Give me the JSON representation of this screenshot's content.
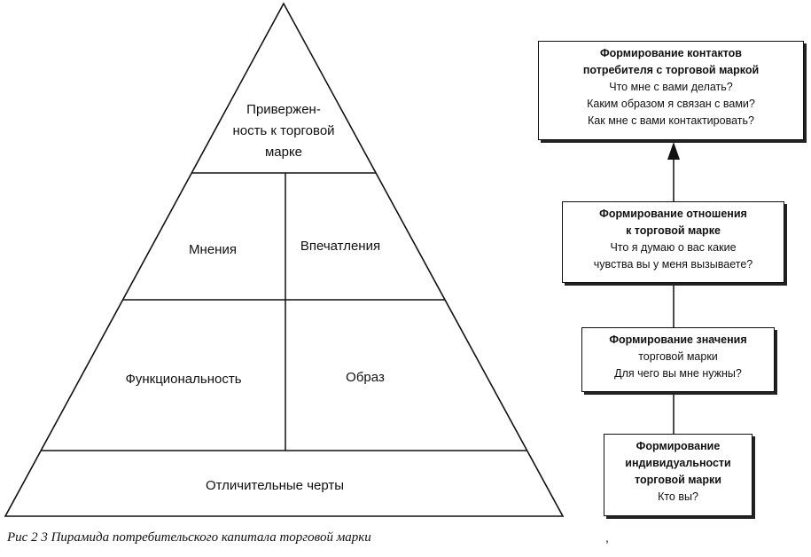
{
  "pyramid": {
    "top": [
      "Привержен-",
      "ность к торговой",
      "марке"
    ],
    "middle_left": "Мнения",
    "middle_right": "Впечатления",
    "lower_left": "Функциональность",
    "lower_right": "Образ",
    "base": "Отличительные черты"
  },
  "boxes": {
    "contacts": {
      "title": [
        "Формирование контактов",
        "потребителя с торговой маркой"
      ],
      "lines": [
        "Что мне с вами делать?",
        "Каким образом я связан с вами?",
        "Как мне с вами контактировать?"
      ]
    },
    "attitude": {
      "title": [
        "Формирование отношения",
        "к торговой марке"
      ],
      "lines": [
        "Что я думаю о вас какие",
        "чувства вы у меня вызываете?"
      ]
    },
    "meaning": {
      "title": [
        "Формирование значения"
      ],
      "lines": [
        "торговой марки",
        "Для чего вы мне нужны?"
      ]
    },
    "identity": {
      "title": [
        "Формирование",
        "индивидуальности",
        "торговой марки"
      ],
      "lines": [
        "Кто вы?"
      ]
    }
  },
  "caption": "Рис 2 3 Пирамида потребительского капитала торговой марки",
  "caption_mark": ","
}
